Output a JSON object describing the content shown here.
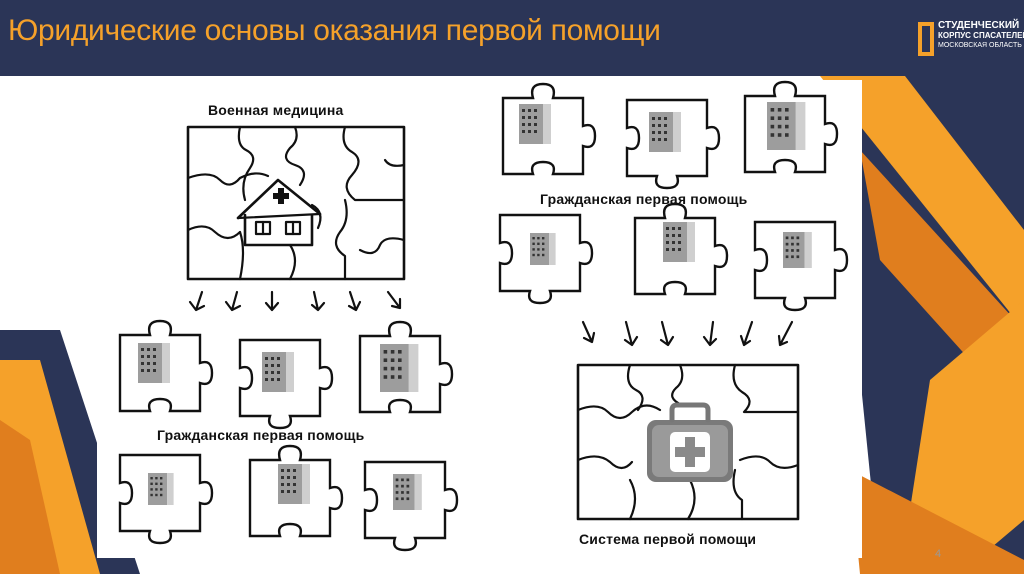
{
  "header": {
    "title": "Юридические основы оказания первой помощи",
    "logo": {
      "line1": "СТУДЕНЧЕСКИЙ",
      "line2": "КОРПУС СПАСАТЕЛЕЙ",
      "line3": "МОСКОВСКАЯ ОБЛАСТЬ"
    }
  },
  "diagram": {
    "military_label": "Военная медицина",
    "civil_label_left": "Гражданская первая помощь",
    "civil_label_right": "Гражданская первая помощь",
    "system_label": "Система первой помощи"
  },
  "footer": {
    "page_number": "4"
  },
  "colors": {
    "navy": "#2B3557",
    "orange": "#F5A12A",
    "dark_orange": "#E07E1E"
  }
}
